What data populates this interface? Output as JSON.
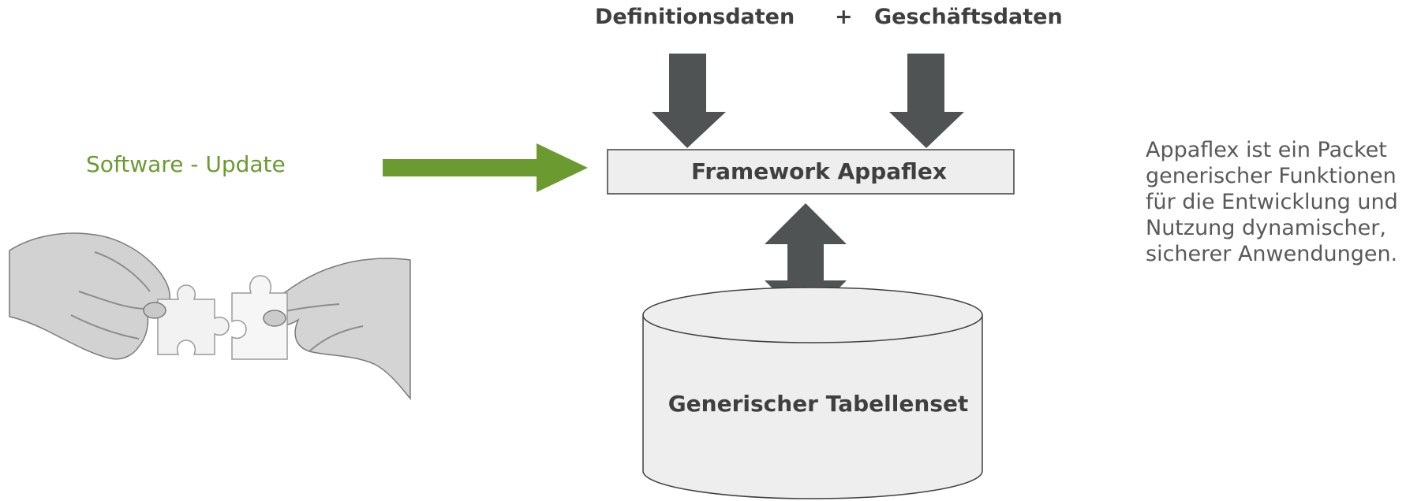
{
  "top": {
    "definitions_label": "Definitionsdaten",
    "plus": "+",
    "business_label": "Geschäftsdaten"
  },
  "update_label": "Software - Update",
  "framework": {
    "label": "Framework Appaflex",
    "fill": "#eeeeee"
  },
  "database": {
    "label": "Generischer Tabellenset",
    "fill": "#eeeeee"
  },
  "description": [
    "Appaflex ist ein Packet",
    "generischer Funktionen",
    "für die Entwicklung und",
    "Nutzung dynamischer,",
    "sicherer Anwendungen."
  ],
  "colors": {
    "arrow_dark": "#505354",
    "arrow_green": "#6b9a31",
    "text_dark": "#3f3f3f",
    "text_gray": "#595959"
  }
}
